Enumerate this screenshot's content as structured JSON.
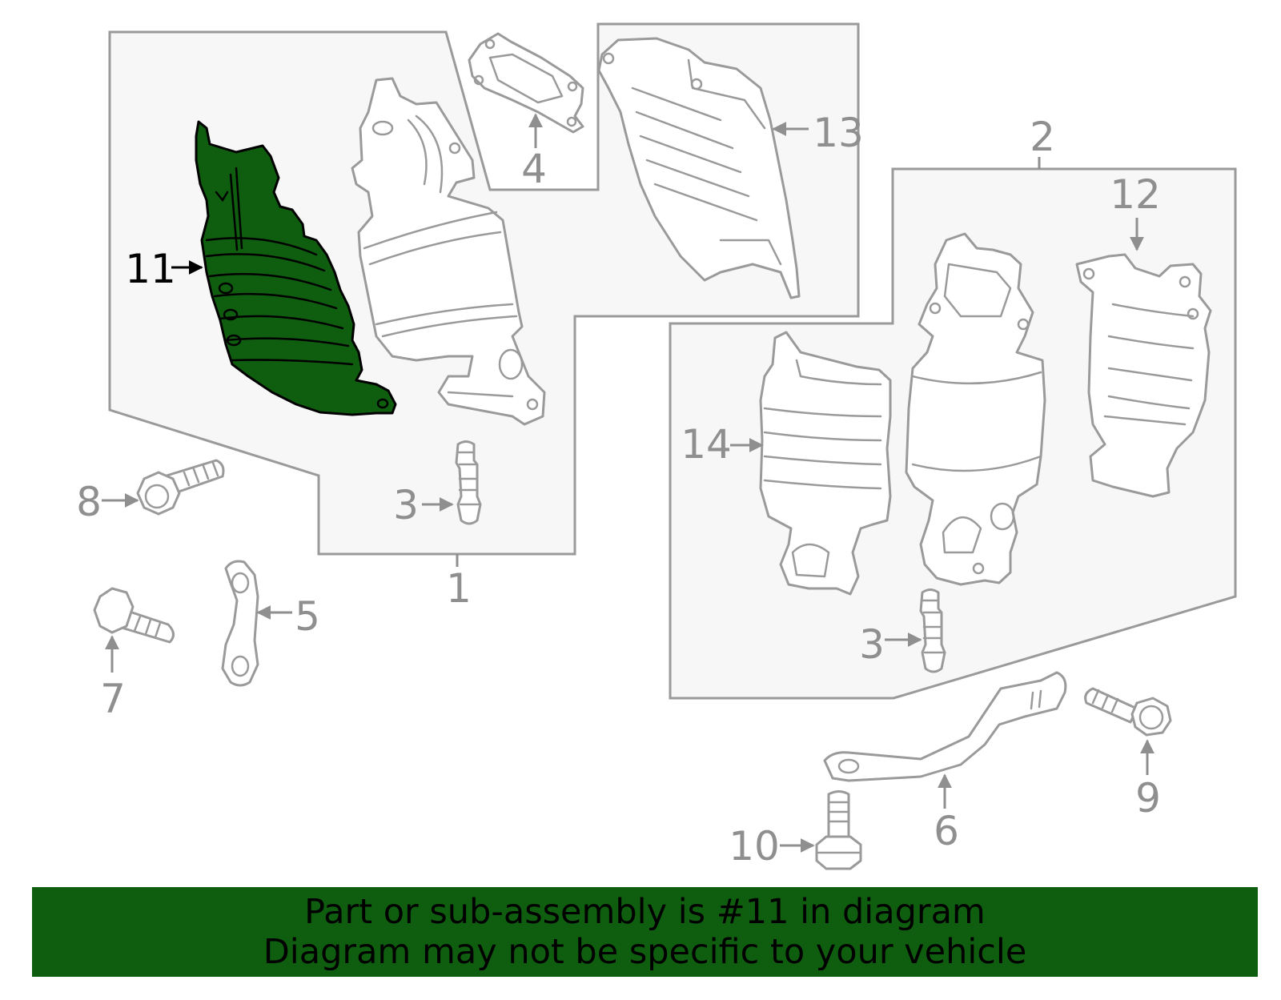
{
  "diagram": {
    "callouts": {
      "c1": "1",
      "c2": "2",
      "c3a": "3",
      "c3b": "3",
      "c4": "4",
      "c5": "5",
      "c6": "6",
      "c7": "7",
      "c8": "8",
      "c9": "9",
      "c10": "10",
      "c11": "11",
      "c12": "12",
      "c13": "13",
      "c14": "14"
    },
    "highlighted_part": "11",
    "highlight_color": "#0f5e0f",
    "line_color": "#8f8f8f"
  },
  "banner": {
    "line1": "Part or sub-assembly is #11 in diagram",
    "line2": "Diagram may not be specific to your vehicle"
  }
}
